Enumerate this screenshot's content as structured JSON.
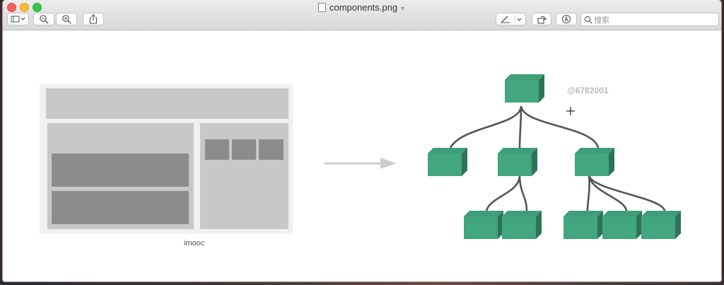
{
  "window": {
    "title": "components.png"
  },
  "toolbar": {
    "sidebar_icon": "sidebar-icon",
    "zoom_out_icon": "zoom-out-icon",
    "zoom_in_icon": "zoom-in-icon",
    "share_icon": "share-icon",
    "markup_icon": "pen-icon",
    "rotate_icon": "rotate-icon",
    "annotate_icon": "markup-circle-icon",
    "search_placeholder": "搜索"
  },
  "image": {
    "caption": "imooc",
    "watermark": "@6782001"
  },
  "colors": {
    "cube_front": "#42a680",
    "cube_top": "#3f9d79",
    "cube_side": "#2d7457",
    "layout_light": "#c8c8c8",
    "layout_dark": "#8c8c8c",
    "arrow": "#cccccc"
  }
}
